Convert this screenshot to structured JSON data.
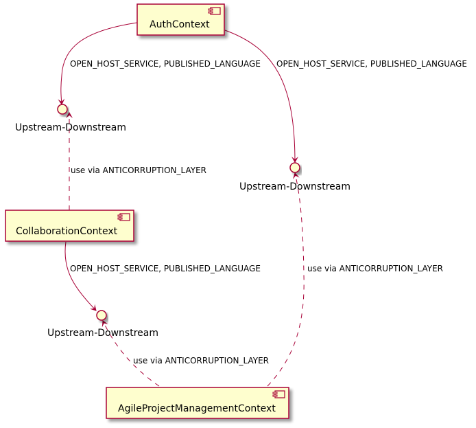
{
  "diagram": {
    "type": "component",
    "colors": {
      "border": "#A80036",
      "fill": "#FEFECE",
      "shadow": "#9a9a9a",
      "text": "#000000"
    },
    "components": [
      {
        "id": "auth",
        "label": "AuthContext"
      },
      {
        "id": "collab",
        "label": "CollaborationContext"
      },
      {
        "id": "agile",
        "label": "AgileProjectManagementContext"
      }
    ],
    "interfaces": [
      {
        "id": "ud1",
        "label": "Upstream-Downstream"
      },
      {
        "id": "ud2",
        "label": "Upstream-Downstream"
      },
      {
        "id": "ud3",
        "label": "Upstream-Downstream"
      }
    ],
    "edges": [
      {
        "from": "auth",
        "to": "ud1",
        "style": "solid",
        "label": "OPEN_HOST_SERVICE, PUBLISHED_LANGUAGE"
      },
      {
        "from": "auth",
        "to": "ud2",
        "style": "solid",
        "label": "OPEN_HOST_SERVICE, PUBLISHED_LANGUAGE"
      },
      {
        "from": "collab",
        "to": "ud1",
        "style": "dashed",
        "label": "use via ANTICORRUPTION_LAYER"
      },
      {
        "from": "collab",
        "to": "ud3",
        "style": "solid",
        "label": "OPEN_HOST_SERVICE, PUBLISHED_LANGUAGE"
      },
      {
        "from": "agile",
        "to": "ud3",
        "style": "dashed",
        "label": "use via ANTICORRUPTION_LAYER"
      },
      {
        "from": "agile",
        "to": "ud2",
        "style": "dashed",
        "label": "use via ANTICORRUPTION_LAYER"
      }
    ]
  }
}
